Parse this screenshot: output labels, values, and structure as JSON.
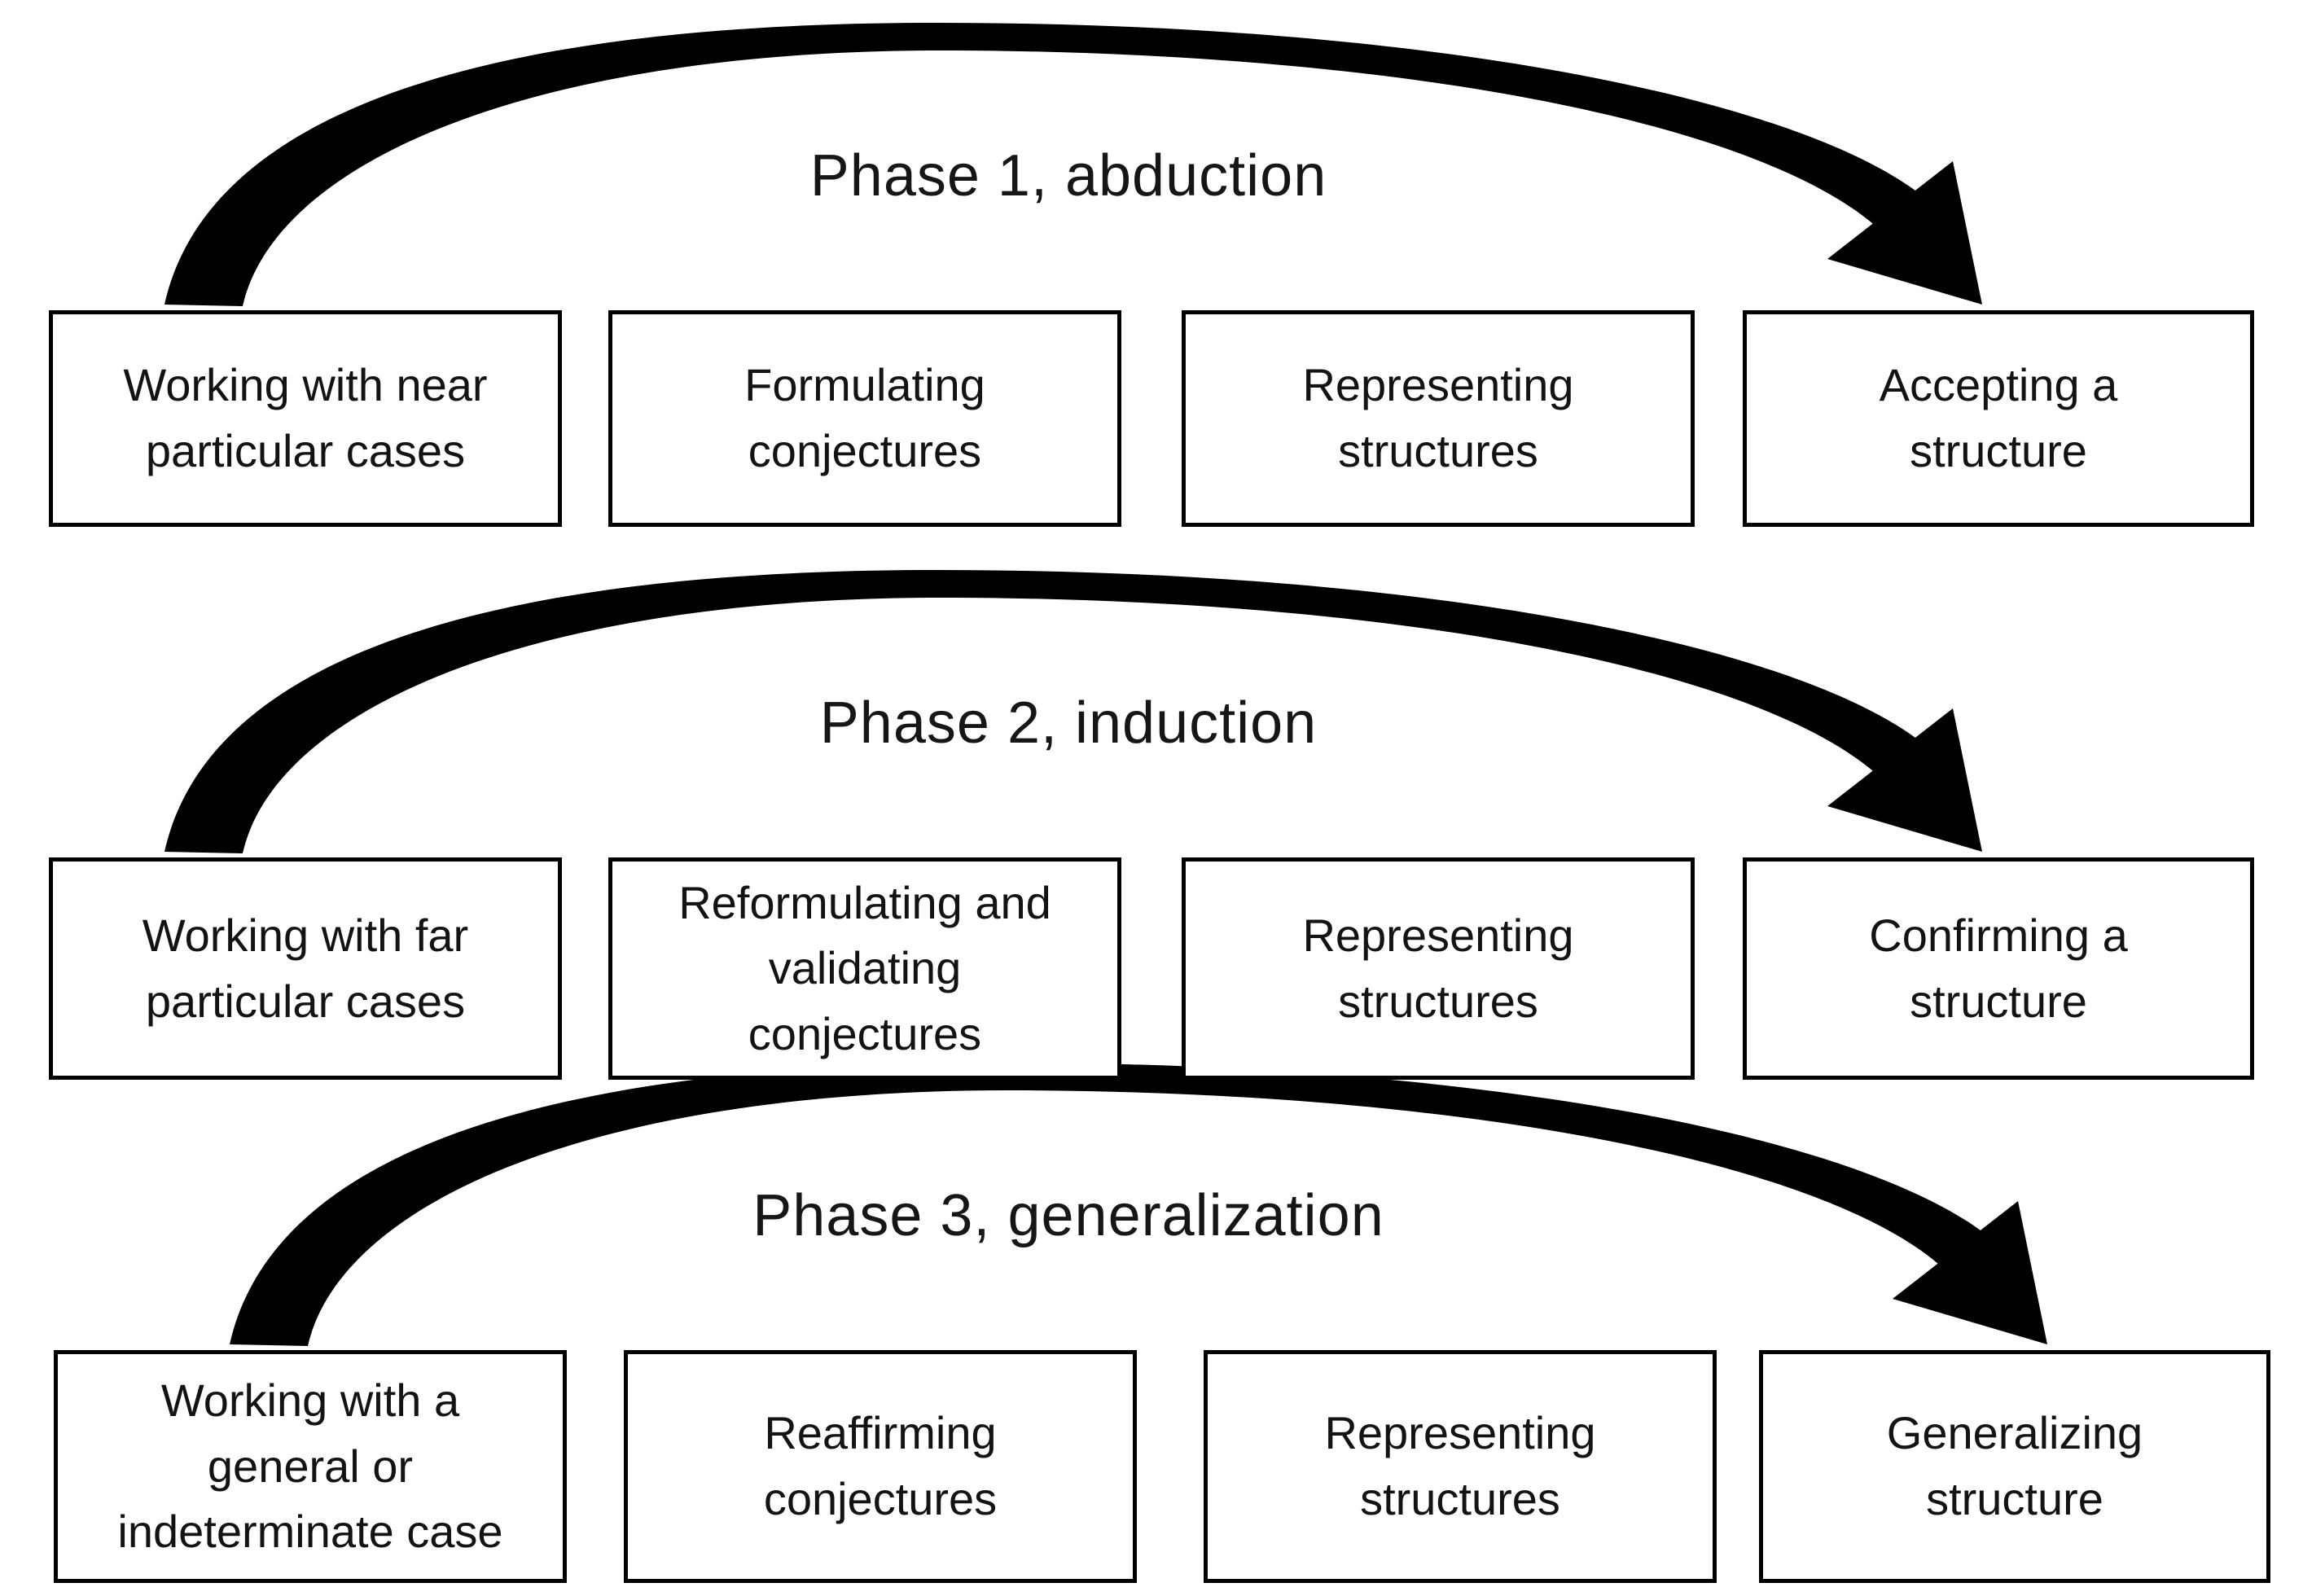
{
  "diagram": {
    "background_color": "#ffffff",
    "ink_color": "#000000",
    "phases": [
      {
        "label": "Phase 1, abduction",
        "boxes": [
          "Working with near\nparticular cases",
          "Formulating\nconjectures",
          "Representing\nstructures",
          "Accepting a\nstructure"
        ]
      },
      {
        "label": "Phase 2, induction",
        "boxes": [
          "Working with far\nparticular cases",
          "Reformulating and\nvalidating\nconjectures",
          "Representing\nstructures",
          "Confirming a\nstructure"
        ]
      },
      {
        "label": "Phase 3, generalization",
        "boxes": [
          "Working with a\ngeneral or\nindeterminate case",
          "Reaffirming\nconjectures",
          "Representing\nstructures",
          "Generalizing\nstructure"
        ]
      }
    ]
  }
}
